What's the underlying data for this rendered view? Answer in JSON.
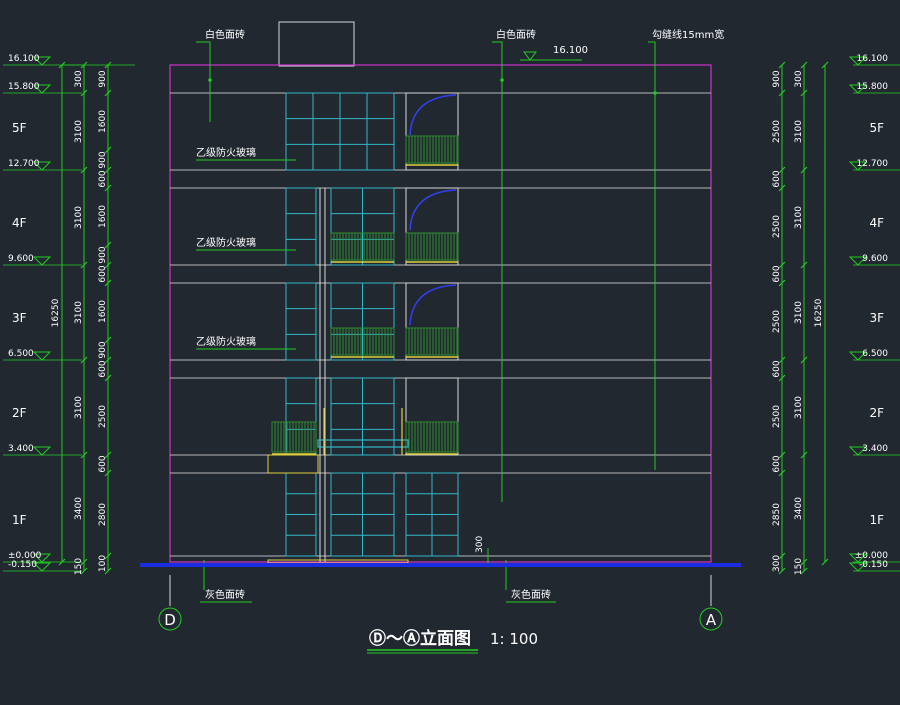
{
  "colors": {
    "background": "#212830",
    "outline": "#cc33cc",
    "floor_line": "#b8b8b8",
    "window": "#33b7c8",
    "dimension": "#22cc22",
    "text": "#ffffff",
    "ground": "#1a2de0",
    "railing": "#2f8a2f",
    "slab": "#e0d040",
    "arc": "#3040ee"
  },
  "title": {
    "main": "Ⓓ～Ⓐ立面图",
    "scale": "1: 100"
  },
  "axes": {
    "left": "D",
    "right": "A"
  },
  "materials": {
    "top_left": "白色面砖",
    "top_right": "白色面砖",
    "joint": "勾缝线15mm宽",
    "bottom_left": "灰色面砖",
    "bottom_right": "灰色面砖"
  },
  "glass_labels": [
    "乙级防火玻璃",
    "乙级防火玻璃",
    "乙级防火玻璃"
  ],
  "top_elev": "16.100",
  "base_dim": "300",
  "left_levels": [
    {
      "elev": "16.100"
    },
    {
      "elev": "15.800"
    },
    {
      "floor": "5F",
      "elev": "12.700"
    },
    {
      "floor": "4F",
      "elev": "9.600"
    },
    {
      "floor": "3F",
      "elev": "6.500"
    },
    {
      "floor": "2F",
      "elev": "3.400"
    },
    {
      "floor": "1F",
      "elev": "±0.000"
    },
    {
      "elev": "-0.150"
    }
  ],
  "right_levels": [
    {
      "elev": "16.100"
    },
    {
      "elev": "15.800"
    },
    {
      "floor": "5F",
      "elev": "12.700"
    },
    {
      "floor": "4F",
      "elev": "9.600"
    },
    {
      "floor": "3F",
      "elev": "6.500"
    },
    {
      "floor": "2F",
      "elev": "3.400"
    },
    {
      "floor": "1F",
      "elev": "±0.000"
    },
    {
      "elev": "-0.150"
    }
  ],
  "left_dims": {
    "total": "16250",
    "storey": [
      "300",
      "3100",
      "3100",
      "3100",
      "3100",
      "3400",
      "150"
    ],
    "detail": [
      "900",
      "1600",
      "900",
      "600",
      "1600",
      "900",
      "600",
      "1600",
      "900",
      "600",
      "2500",
      "600",
      "2800",
      "100"
    ]
  },
  "right_dims": {
    "total": "16250",
    "storey": [
      "300",
      "3100",
      "3100",
      "3100",
      "3100",
      "3400",
      "150"
    ],
    "detail": [
      "900",
      "2500",
      "600",
      "2500",
      "600",
      "2500",
      "600",
      "2500",
      "600",
      "2850",
      "300"
    ]
  }
}
